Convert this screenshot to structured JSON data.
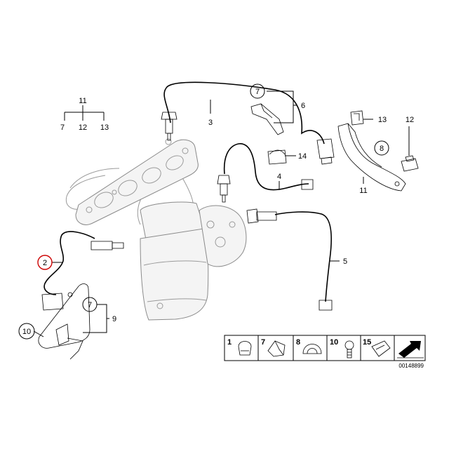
{
  "callouts": {
    "group_top": "11",
    "group_left": "7",
    "group_mid": "12",
    "group_right": "13",
    "c3": "3",
    "c7a": "7",
    "c6": "6",
    "c13": "13",
    "c12": "12",
    "c8": "8",
    "c14": "14",
    "c4": "4",
    "c11": "11",
    "c5": "5",
    "c2": "2",
    "c7b": "7",
    "c9": "9",
    "c10": "10"
  },
  "legend": {
    "cells": [
      {
        "label": "1"
      },
      {
        "label": "7"
      },
      {
        "label": "8"
      },
      {
        "label": "10"
      },
      {
        "label": "15"
      }
    ],
    "diagram_id": "00148899"
  },
  "colors": {
    "line": "#000000",
    "manifold_grey": "#9a9a9a",
    "highlight_ring": "#cc0000",
    "background": "#ffffff"
  }
}
